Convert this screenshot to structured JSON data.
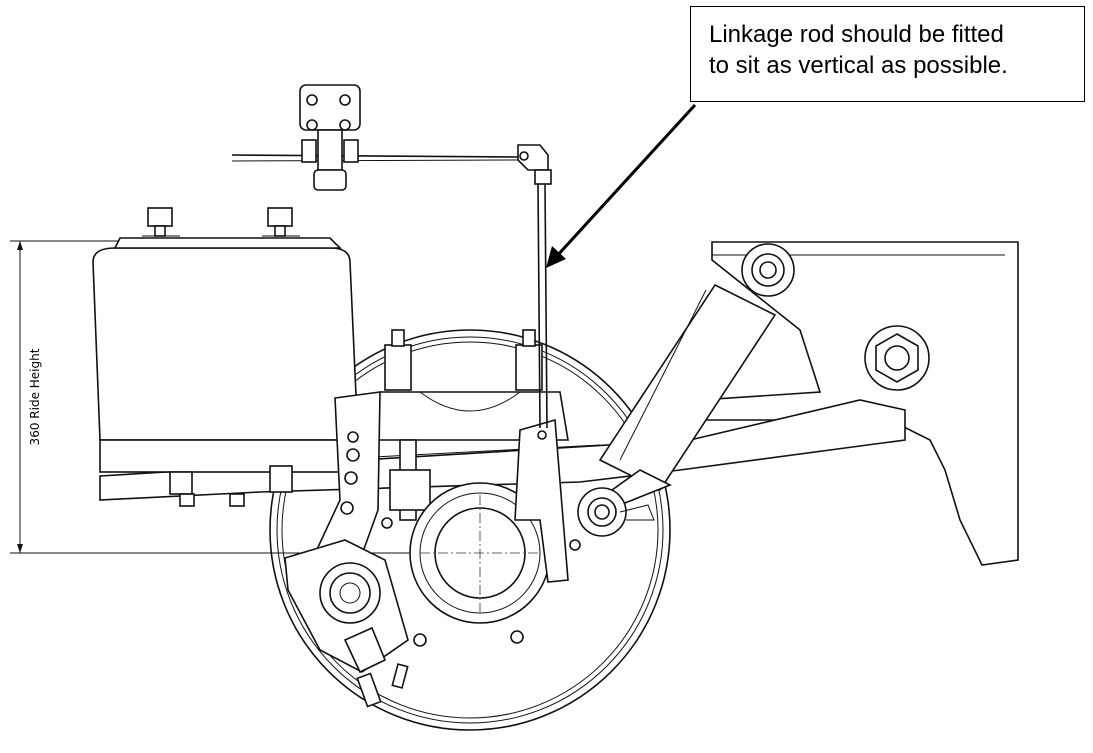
{
  "callout": {
    "line1": "Linkage rod should be fitted",
    "line2": "to sit as vertical as possible."
  },
  "dimension": {
    "label": "360 Ride Height"
  },
  "colors": {
    "line": "#111111",
    "background": "#ffffff"
  }
}
